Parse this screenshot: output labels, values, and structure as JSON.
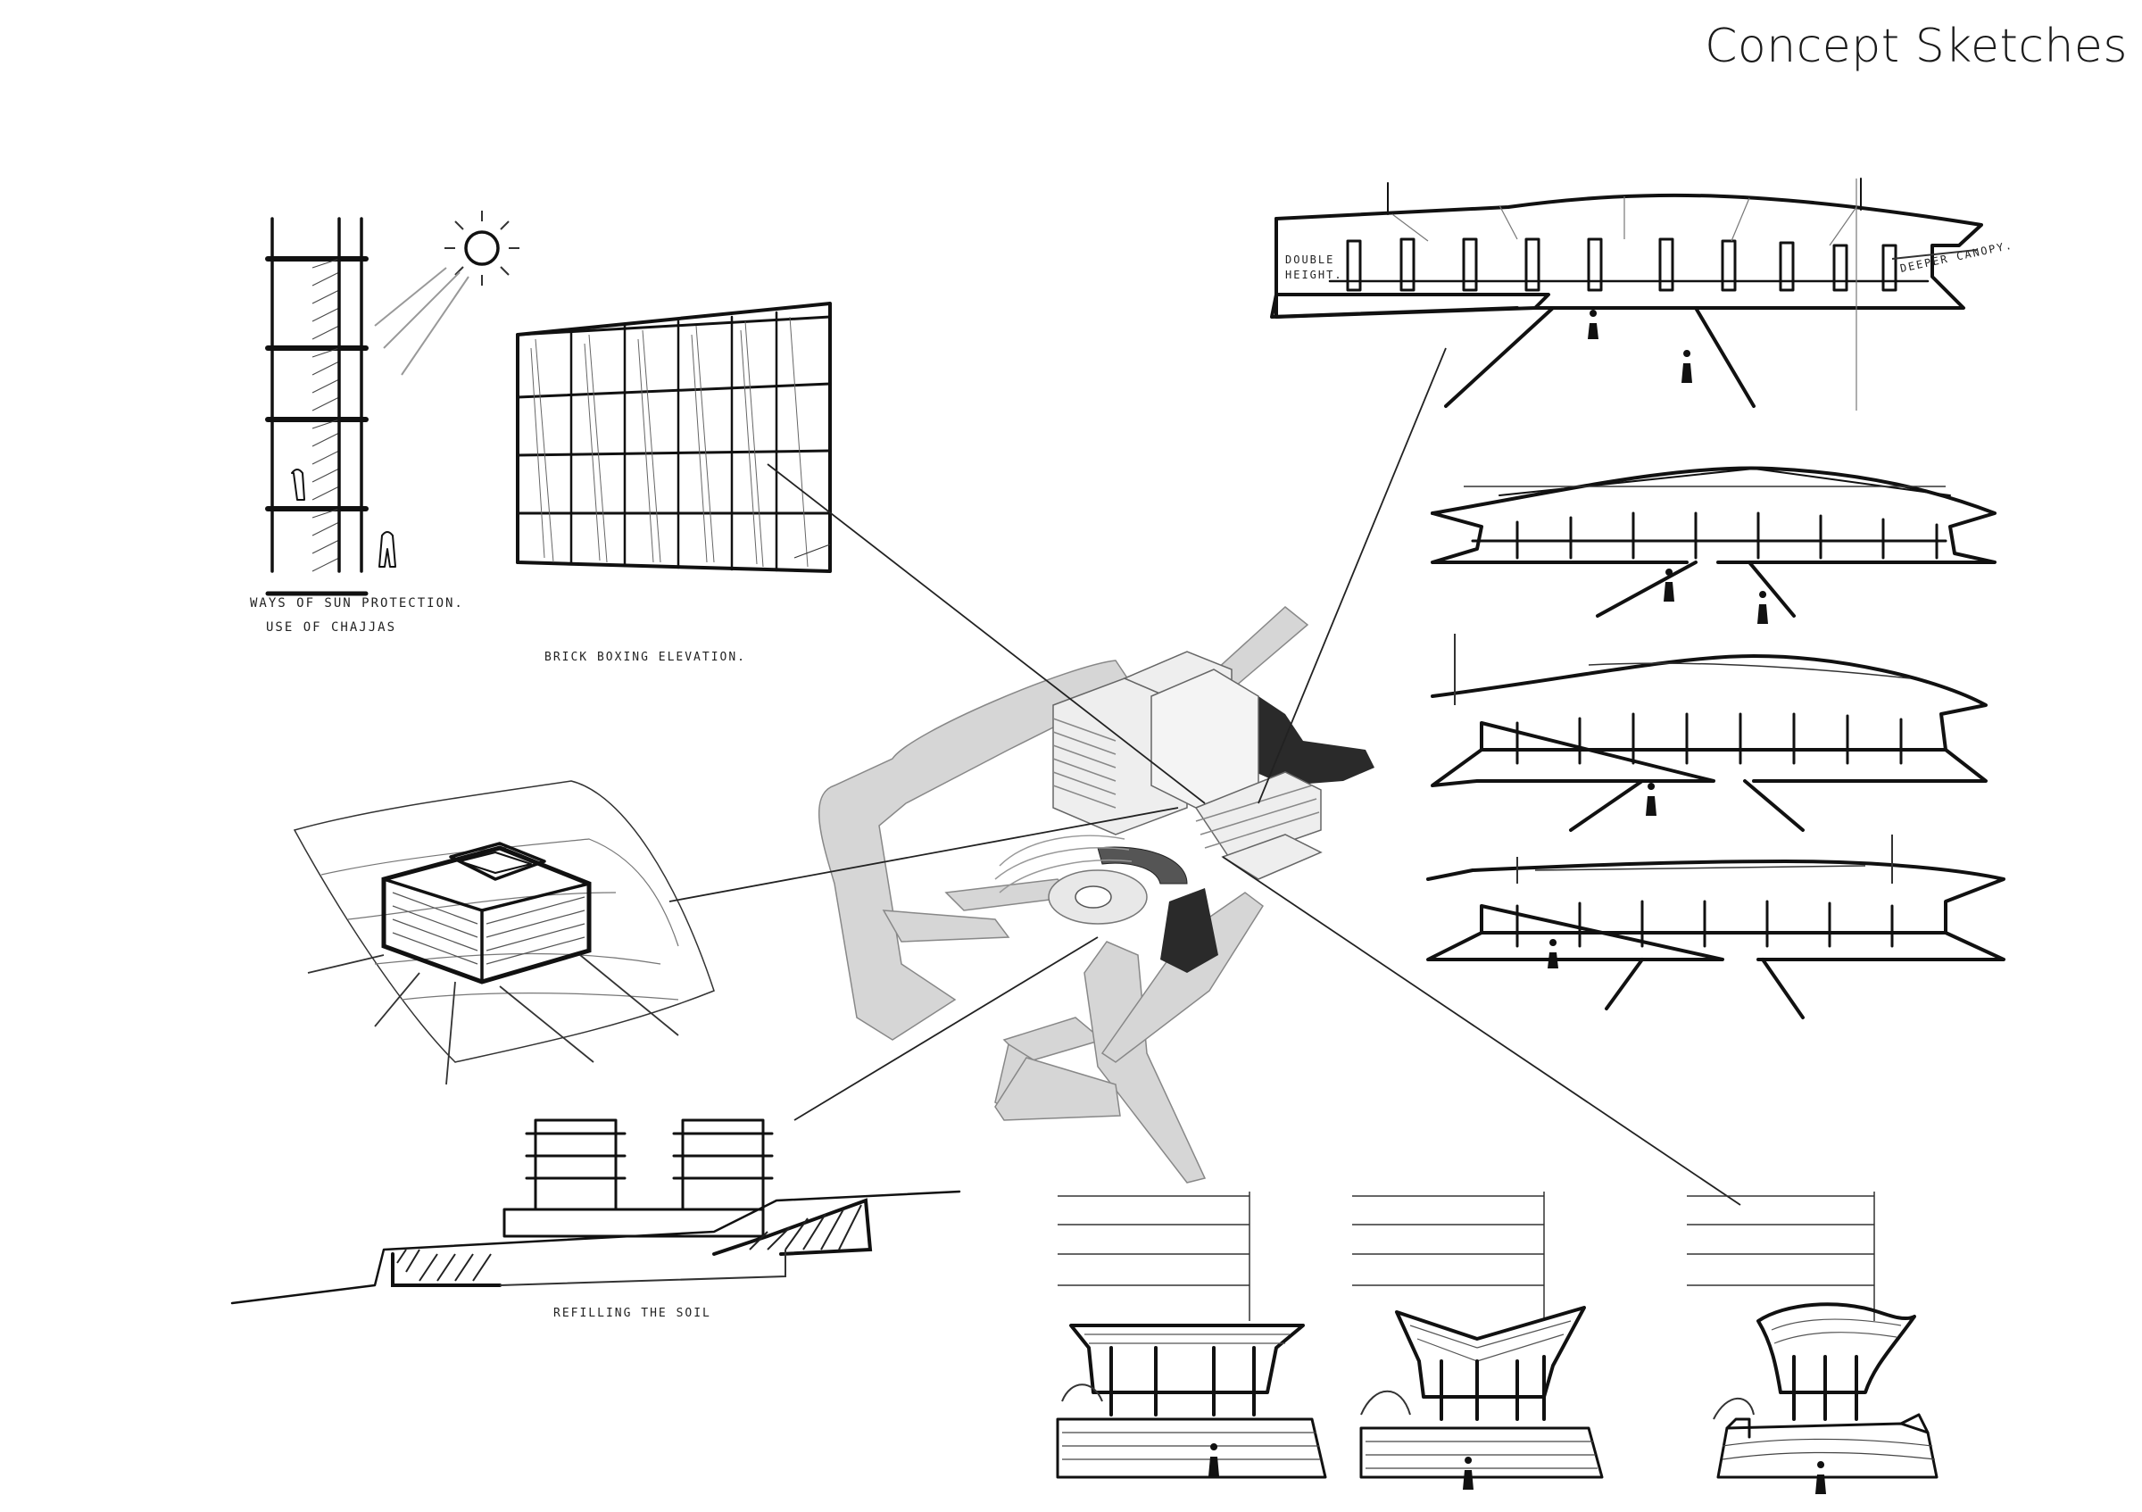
{
  "title": "Concept Sketches",
  "annotations": {
    "sun_protection_line1": "WAYS OF SUN PROTECTION.",
    "sun_protection_line2": "USE OF CHAJJAS",
    "brick_boxing": "BRICK BOXING ELEVATION.",
    "refilling": "REFILLING THE SOIL",
    "double_height_1": "DOUBLE",
    "double_height_2": "HEIGHT.",
    "deeper_canopy": "DEEPER CANOPY."
  }
}
